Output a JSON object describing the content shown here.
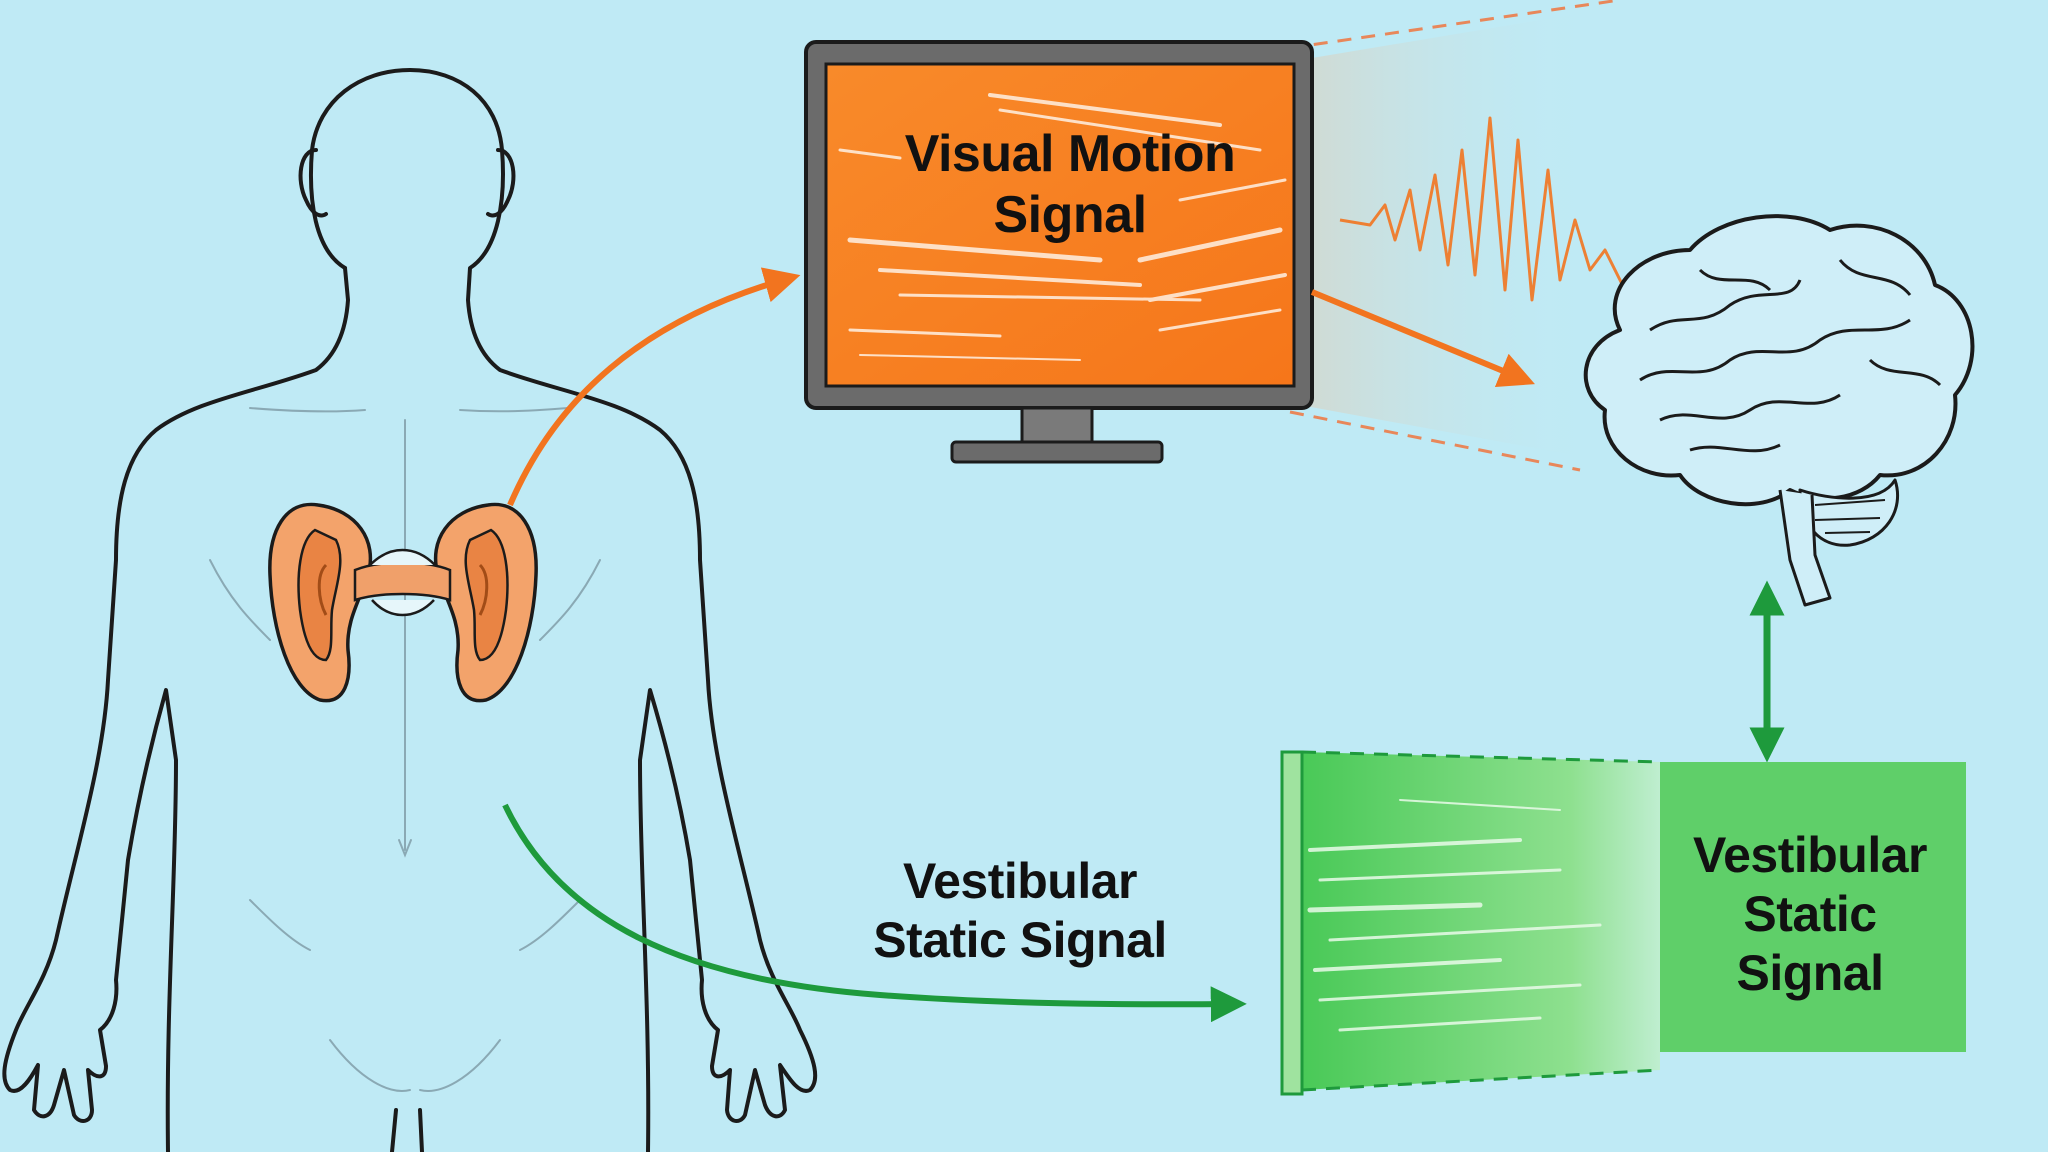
{
  "labels": {
    "visual_motion": [
      "Visual Motion",
      "Signal"
    ],
    "vestibular_mid": [
      "Vestibular",
      "Static Signal"
    ],
    "vestibular_panel": [
      "Vestibular",
      "Static",
      "Signal"
    ]
  },
  "colors": {
    "background": "#bfeaf5",
    "outline": "#1b1b1b",
    "monitor_screen": "#f7821f",
    "monitor_frame": "#6b6b6b",
    "ear": "#f3a36b",
    "orange_arrow": "#f2741f",
    "green_arrow": "#1e9a3c",
    "green_panel": "#5fcf69",
    "brain": "#cfeef8"
  },
  "icons": [
    "human-figure-icon",
    "ear-icon",
    "monitor-icon",
    "brain-icon",
    "waveform-icon"
  ]
}
